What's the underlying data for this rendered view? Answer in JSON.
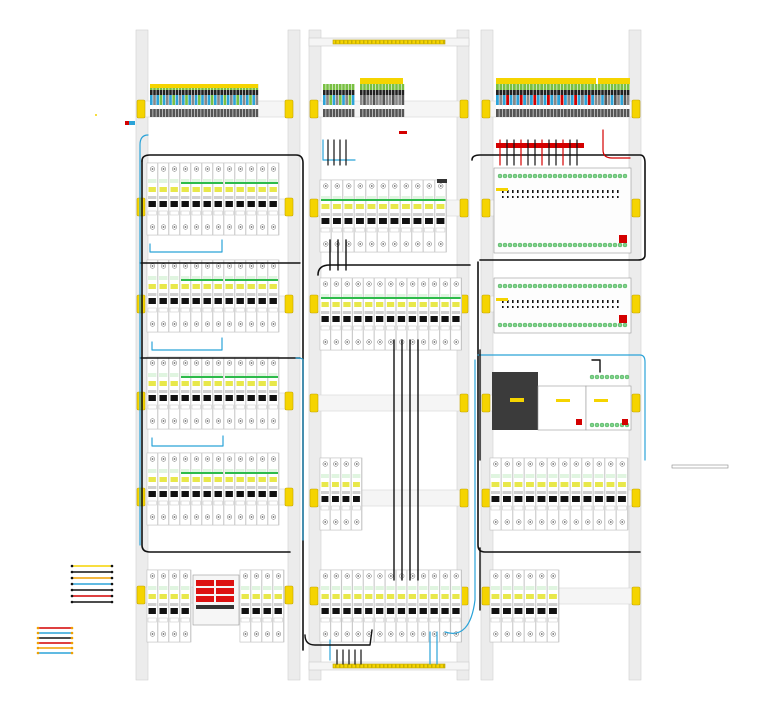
{
  "diagram": {
    "sections": [
      {
        "name": "left",
        "rows": [
          "terminals",
          "breakers-1",
          "breakers-2",
          "breakers-3",
          "breakers-4",
          "meter-row"
        ]
      },
      {
        "name": "middle",
        "rows": [
          "terminals",
          "breakers-1",
          "breakers-2",
          "spacer",
          "breakers-3",
          "breakers-4"
        ]
      },
      {
        "name": "right",
        "rows": [
          "terminals",
          "relay-1",
          "relay-2",
          "controller",
          "breakers-3",
          "breakers-4"
        ]
      }
    ],
    "colors": {
      "rail": "#ececec",
      "rail_edge": "#d0d0d0",
      "din": "#f5f5f5",
      "yellow": "#f5d400",
      "yellow_tag": "#e8e84a",
      "orange": "#f0a000",
      "wire_black": "#111111",
      "wire_blue": "#2ba3d8",
      "wire_red": "#d40000",
      "green_tile": "#7fd48a",
      "module_grey": "#e6e6e6",
      "meter_red": "#d11",
      "box_dark": "#3b3b3b"
    },
    "legend_top": [
      {
        "color": "#f5d400"
      },
      {
        "color": "#111111"
      },
      {
        "color": "#f0a000"
      },
      {
        "color": "#2ba3d8"
      },
      {
        "color": "#111111"
      },
      {
        "color": "#d40000"
      },
      {
        "color": "#111111"
      }
    ],
    "legend_bottom": [
      {
        "color": "#d40000"
      },
      {
        "color": "#2ba3d8"
      },
      {
        "color": "#111111"
      },
      {
        "color": "#d40000"
      },
      {
        "color": "#f0a000"
      },
      {
        "color": "#2ba3d8"
      }
    ]
  }
}
